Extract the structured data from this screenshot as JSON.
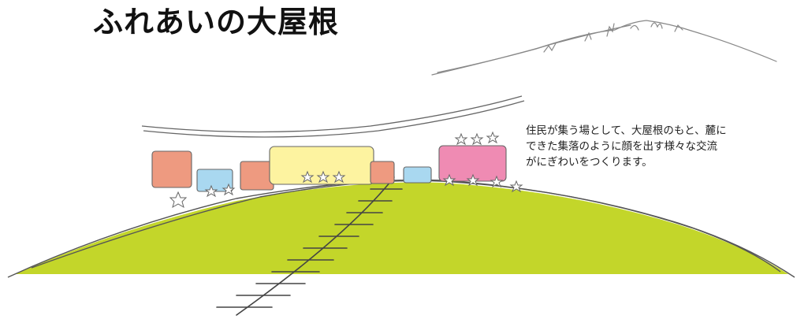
{
  "title": "ふれあいの大屋根",
  "caption_lines": [
    "住民が集う場として、大屋根のもと、麓に",
    "できた集落のように顔を出す様々な交流",
    "がにぎわいをつくります。"
  ],
  "colors": {
    "hill_green": "#c3d62a",
    "block_orange": "#ee9a80",
    "block_blue": "#a9d8f0",
    "block_yellow": "#fdf3a0",
    "block_pink": "#ef8bb3",
    "line_gray": "#555555"
  }
}
